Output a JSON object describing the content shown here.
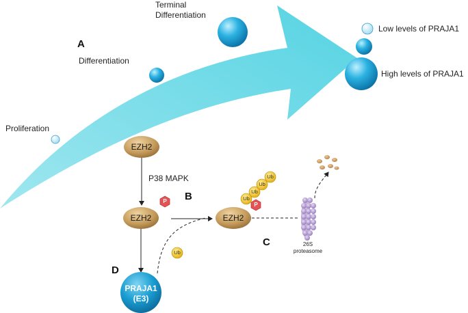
{
  "stages": {
    "proliferation": "Proliferation",
    "differentiation": "Differentiation",
    "terminal_differentiation_line1": "Terminal",
    "terminal_differentiation_line2": "Differentiation"
  },
  "legend": {
    "low": "Low levels of PRAJA1",
    "high": "High levels of PRAJA1"
  },
  "panel_letters": {
    "a": "A",
    "b": "B",
    "c": "C",
    "d": "D"
  },
  "pathway": {
    "ezh2_top": "EZH2",
    "ezh2_mid": "EZH2",
    "ezh2_right": "EZH2",
    "kinase": "P38 MAPK",
    "phospho": "P",
    "ubiquitin": "Ub",
    "praja1_line1": "PRAJA1",
    "praja1_line2": "(E3)",
    "proteasome_line1": "26S",
    "proteasome_line2": "proteasome"
  },
  "colors": {
    "arrow": "#66d8e6",
    "bubble_blue": "#1ba3d6",
    "ezh2_brown": "#c39a5a",
    "phospho_red": "#e45454",
    "ubiquitin_gold": "#f2c21b",
    "proteasome_purple": "#a48bc6"
  }
}
